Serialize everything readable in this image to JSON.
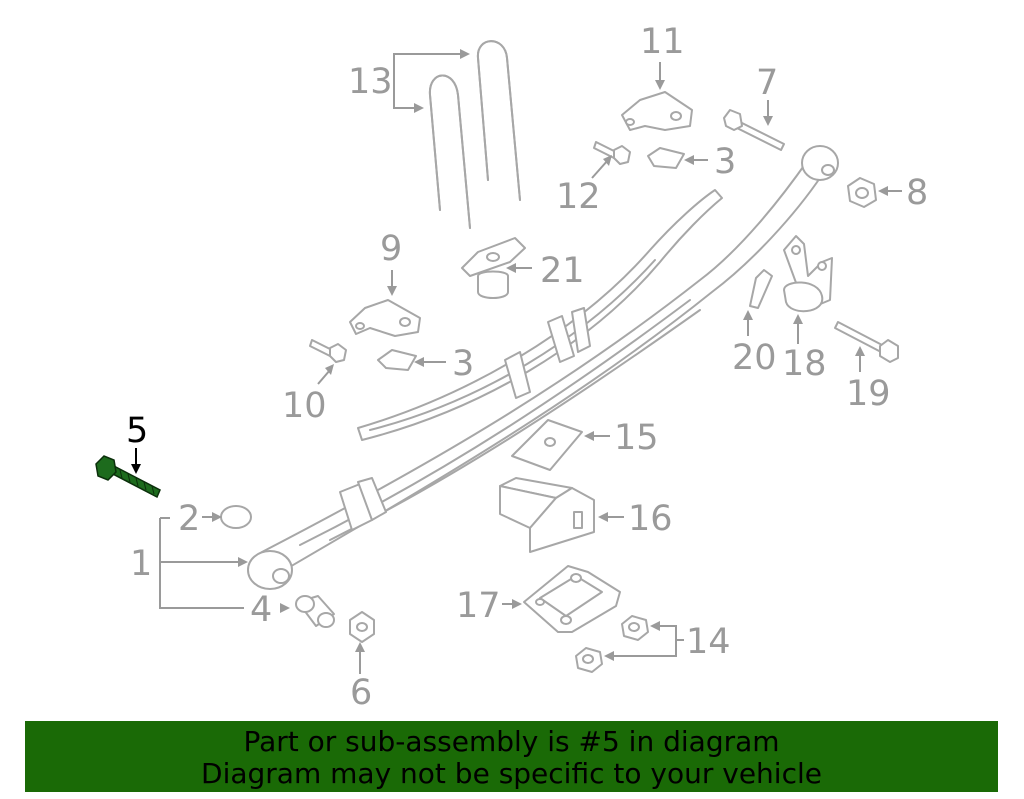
{
  "callouts": {
    "c1": "1",
    "c2": "2",
    "c3a": "3",
    "c3b": "3",
    "c4": "4",
    "c5": "5",
    "c6": "6",
    "c7": "7",
    "c8": "8",
    "c9": "9",
    "c10": "10",
    "c11": "11",
    "c12": "12",
    "c13": "13",
    "c14": "14",
    "c15": "15",
    "c16": "16",
    "c17": "17",
    "c18": "18",
    "c19": "19",
    "c20": "20",
    "c21": "21"
  },
  "highlighted_part": "5",
  "colors": {
    "banner_bg": "#1a6a06",
    "highlight_part": "#1d6b1d",
    "callout_text": "#9a9a9a",
    "line_art": "#a7a7a7"
  },
  "banner": {
    "line1": "Part or sub-assembly is #5 in diagram",
    "line2": "Diagram may not be specific to your vehicle"
  }
}
